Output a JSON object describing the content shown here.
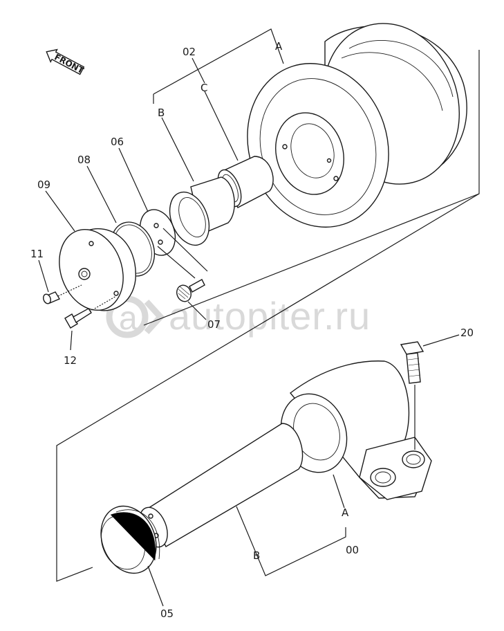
{
  "watermark": {
    "text": "autopiter.ru"
  },
  "front_arrow": {
    "label": "FRONT"
  },
  "callouts": {
    "p02": "02",
    "p06": "06",
    "p08": "08",
    "p09": "09",
    "p11": "11",
    "p12": "12",
    "p07": "07",
    "p20": "20",
    "p00": "00",
    "p05": "05",
    "group_a_top": "A",
    "group_b_top": "B",
    "group_c_top": "C",
    "group_a_bottom": "A",
    "group_b_bottom": "B"
  },
  "colors": {
    "line": "#1a1a1a",
    "watermark": "#d9d9d9",
    "background": "#ffffff"
  }
}
